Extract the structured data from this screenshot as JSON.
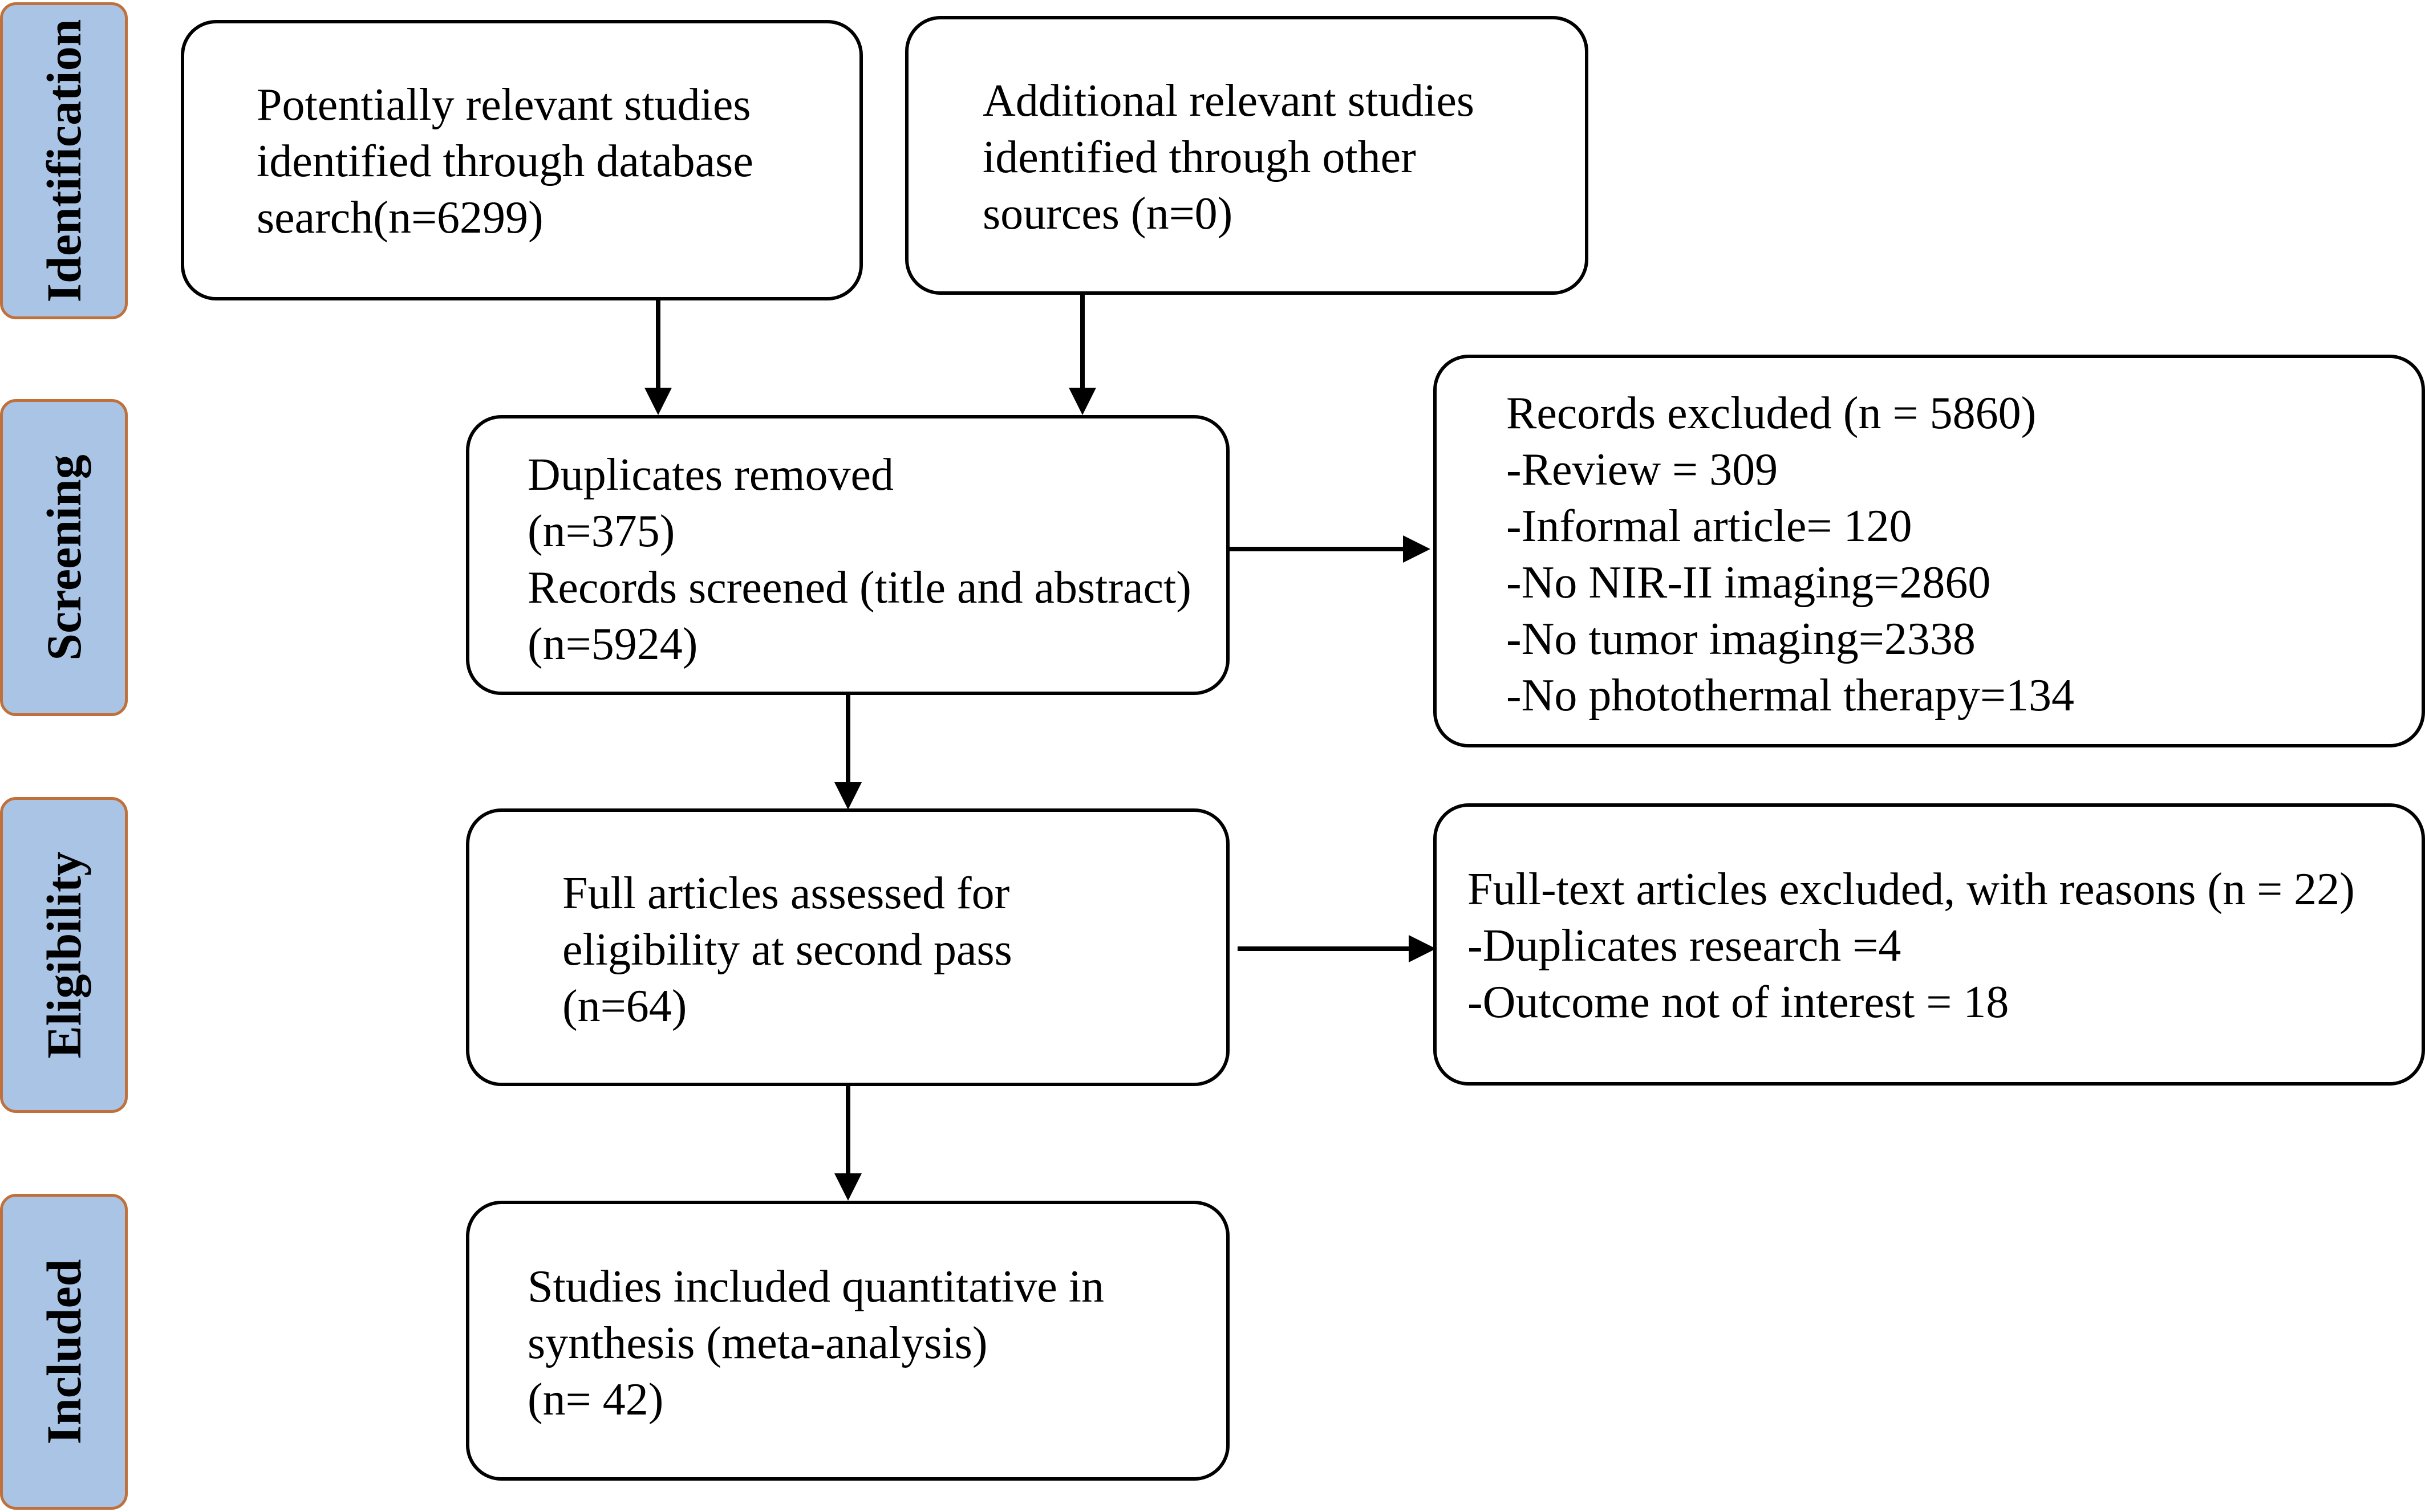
{
  "stages": {
    "identification": "Identification",
    "screening": "Screening",
    "eligibility": "Eligibility",
    "included": "Included"
  },
  "boxes": {
    "database_search": {
      "lines": [
        "Potentially relevant studies",
        "identified through database",
        "search(n=6299)"
      ]
    },
    "other_sources": {
      "lines": [
        "Additional relevant studies",
        "identified through other",
        "sources (n=0)"
      ]
    },
    "screened": {
      "lines": [
        "Duplicates removed",
        "(n=375)",
        "Records screened (title and abstract)",
        "(n=5924)"
      ]
    },
    "records_excluded": {
      "lines": [
        "Records excluded (n = 5860)",
        "-Review = 309",
        "-Informal article= 120",
        "-No NIR-II imaging=2860",
        "-No tumor imaging=2338",
        "-No photothermal therapy=134"
      ]
    },
    "full_articles": {
      "lines": [
        "Full articles assessed for",
        "eligibility at second pass",
        "(n=64)"
      ]
    },
    "fulltext_excluded": {
      "lines": [
        "Full-text articles excluded, with reasons (n = 22)",
        "-Duplicates research =4",
        "-Outcome not of interest = 18"
      ]
    },
    "included": {
      "lines": [
        "Studies included quantitative in",
        "synthesis (meta-analysis)",
        "(n= 42)"
      ]
    }
  }
}
